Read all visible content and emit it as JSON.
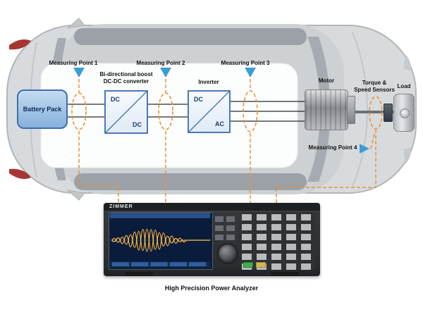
{
  "diagram": {
    "measuring_points": [
      {
        "label": "Measuring Point 1"
      },
      {
        "label": "Measuring Point 2"
      },
      {
        "label": "Measuring Point 3"
      },
      {
        "label": "Measuring Point 4"
      }
    ],
    "battery": {
      "label": "Battery Pack"
    },
    "converter": {
      "label_line1": "Bi-directional boost",
      "label_line2": "DC-DC converter",
      "input": "DC",
      "output": "DC"
    },
    "inverter": {
      "label": "Inverter",
      "input": "DC",
      "output": "AC"
    },
    "motor": {
      "label": "Motor"
    },
    "sensors": {
      "label_line1": "Torque &",
      "label_line2": "Speed Sensors"
    },
    "load": {
      "label": "Load"
    },
    "analyzer": {
      "brand": "ZIMMER",
      "caption": "High Precision Power Analyzer"
    },
    "colors": {
      "accent_orange": "#E8923A",
      "marker_blue": "#3D9BD4",
      "component_blue": "#4A7AB5"
    }
  }
}
